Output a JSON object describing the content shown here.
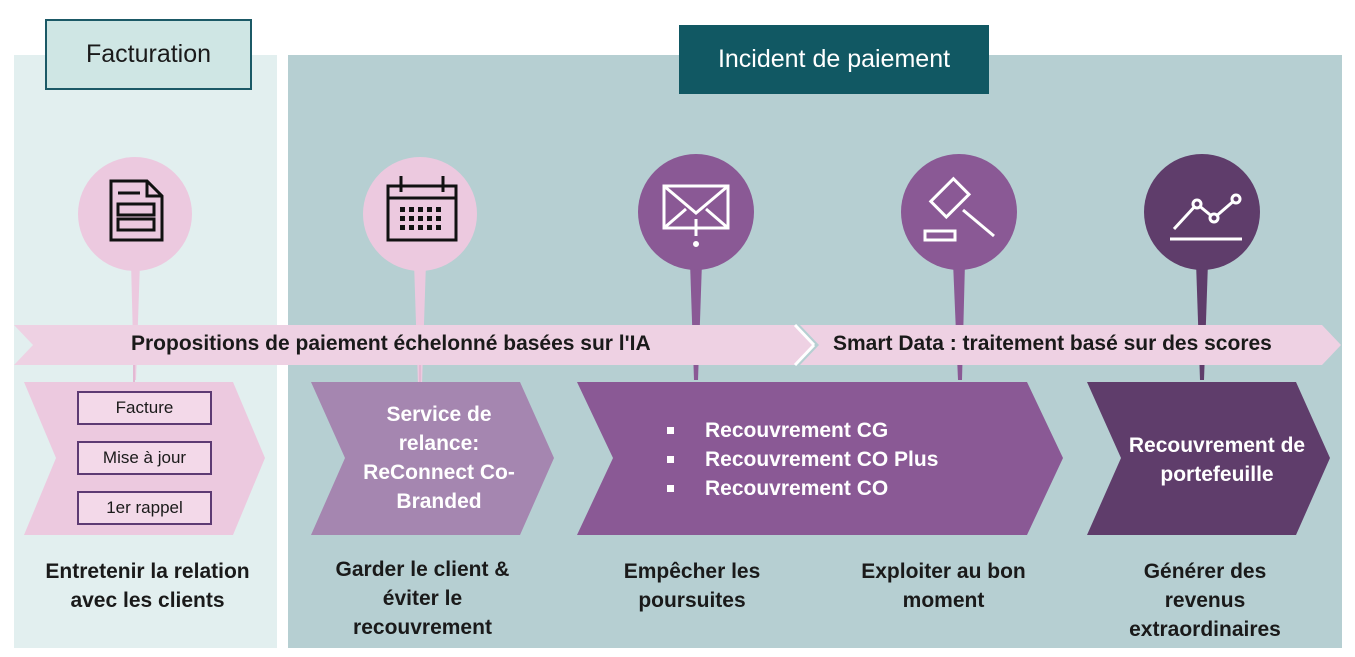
{
  "phases": {
    "facturation": "Facturation",
    "incident": "Incident de paiement"
  },
  "band": {
    "left_text": "Propositions de paiement échelonné basées sur l'IA",
    "right_text": "Smart Data : traitement basé sur des scores"
  },
  "stages": [
    {
      "icon": "invoice-document-icon",
      "boxes": [
        "Facture",
        "Mise à jour",
        "1er rappel"
      ],
      "outcome": "Entretenir la relation avec les clients"
    },
    {
      "icon": "calendar-icon",
      "title": "Service de relance: ReConnect Co-Branded",
      "outcome": "Garder le client & éviter le recouvrement"
    },
    {
      "icon": "envelope-alert-icon",
      "items": [
        "Recouvrement CG",
        "Recouvrement CO Plus",
        "Recouvrement CO"
      ],
      "outcome": "Empêcher les poursuites"
    },
    {
      "icon": "gavel-icon",
      "outcome": "Exploiter au bon moment"
    },
    {
      "icon": "chart-line-icon",
      "title": "Recouvrement de portefeuille",
      "outcome": "Générer des revenus extraordinaires"
    }
  ],
  "colors": {
    "facturation_bg": "#e2efef",
    "incident_bg": "#b6cfd2",
    "header_dark": "#115863",
    "pink": "#ecc9df",
    "band_pink": "#eed1e3",
    "lilac": "#a586b0",
    "purple": "#8a5995",
    "dark_purple": "#5f3d6b"
  }
}
